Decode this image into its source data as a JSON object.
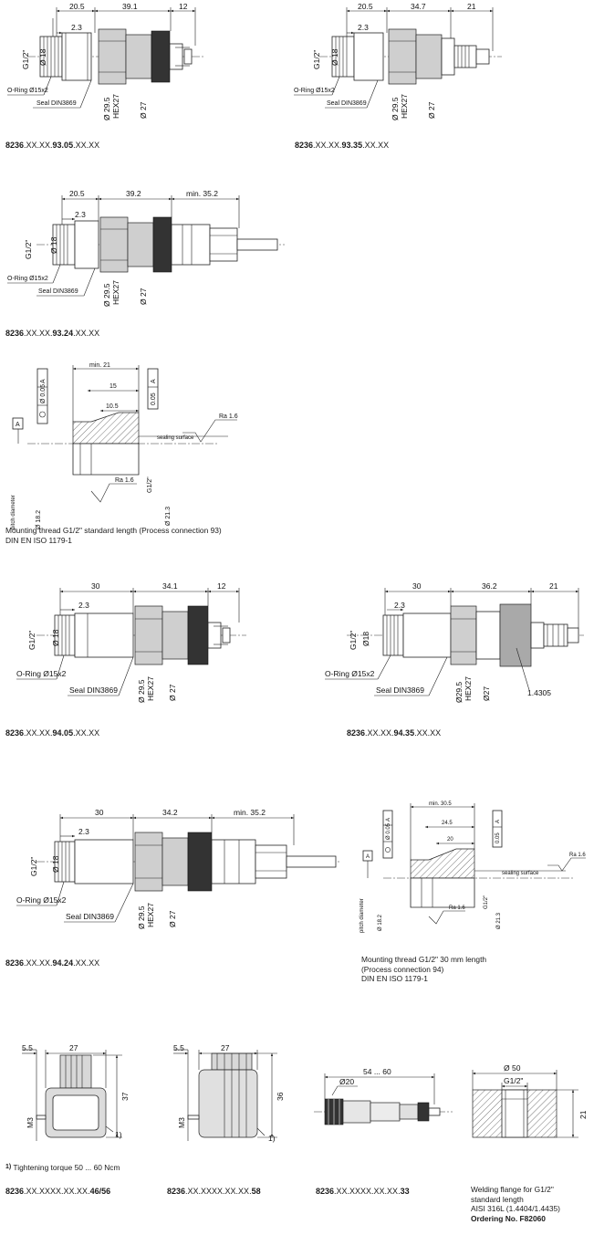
{
  "drawings": {
    "d1": {
      "dims": [
        "20.5",
        "39.1",
        "12",
        "2.3",
        "G1/2\"",
        "Ø 18",
        "Ø 29.5",
        "HEX27",
        "Ø 27"
      ],
      "labels": [
        "O-Ring Ø15x2",
        "Seal DIN3869"
      ]
    },
    "d2": {
      "dims": [
        "20.5",
        "34.7",
        "21",
        "2.3",
        "G1/2\"",
        "Ø 18",
        "Ø 29.5",
        "HEX27",
        "Ø 27"
      ],
      "labels": [
        "O-Ring Ø15x2",
        "Seal DIN3869"
      ]
    },
    "d3": {
      "dims": [
        "20.5",
        "39.2",
        "min. 35.2",
        "2.3",
        "G1/2\"",
        "Ø 18",
        "Ø 29.5",
        "HEX27",
        "Ø 27"
      ],
      "labels": [
        "O-Ring Ø15x2",
        "Seal DIN3869"
      ]
    },
    "d4": {
      "dims": [
        "min. 21",
        "15",
        "10.5",
        "Ø 0.05",
        "A",
        "0.05",
        "A",
        "Ra 1.6",
        "Ra 1.6",
        "sealing surface",
        "pitch diameter",
        "Ø 18.2",
        "G1/2\"",
        "Ø 21.3",
        "A"
      ]
    },
    "d5": {
      "dims": [
        "30",
        "34.1",
        "12",
        "2.3",
        "G1/2\"",
        "Ø 18",
        "Ø 29.5",
        "HEX27",
        "Ø 27"
      ],
      "labels": [
        "O-Ring Ø15x2",
        "Seal DIN3869"
      ]
    },
    "d6": {
      "dims": [
        "30",
        "36.2",
        "21",
        "2.3",
        "G1/2\"",
        "Ø18",
        "Ø29.5",
        "HEX27",
        "Ø27"
      ],
      "labels": [
        "O-Ring Ø15x2",
        "Seal DIN3869",
        "1.4305"
      ]
    },
    "d7": {
      "dims": [
        "30",
        "34.2",
        "min. 35.2",
        "2.3",
        "G1/2\"",
        "Ø 18",
        "Ø 29.5",
        "HEX27",
        "Ø 27"
      ],
      "labels": [
        "O-Ring Ø15x2",
        "Seal DIN3869"
      ]
    },
    "d8": {
      "dims": [
        "min. 30.5",
        "24.5",
        "20",
        "Ø 0.05",
        "A",
        "0.05",
        "A",
        "Ra 1.6",
        "Ra 1.6",
        "sealing surface",
        "pitch diameter",
        "Ø 18.2",
        "G1/2\"",
        "Ø 21.3",
        "A"
      ]
    },
    "d9": {
      "dims": [
        "5.5",
        "27",
        "37",
        "M3",
        "1)"
      ]
    },
    "d10": {
      "dims": [
        "5.5",
        "27",
        "36",
        "M3",
        "1)"
      ]
    },
    "d11": {
      "dims": [
        "54 ... 60",
        "Ø20"
      ]
    },
    "d12": {
      "dims": [
        "Ø 50",
        "G1/2\"",
        "21"
      ]
    }
  },
  "captions": {
    "c1": {
      "bold": "8236",
      "mid": ".XX.XX.",
      "bold2": "93.05",
      ".tail": ".XX.XX"
    },
    "c1_text": {
      "pre": "8236",
      "a": ".XX.XX.",
      "b": "93.05",
      "c": ".XX.XX"
    },
    "c2_text": {
      "pre": "8236",
      "a": ".XX.XX.",
      "b": "93.35",
      "c": ".XX.XX"
    },
    "c3_text": {
      "pre": "8236",
      "a": ".XX.XX.",
      "b": "93.24",
      "c": ".XX.XX"
    },
    "c5_text": {
      "pre": "8236",
      "a": ".XX.XX.",
      "b": "94.05",
      "c": ".XX.XX"
    },
    "c6_text": {
      "pre": "8236",
      "a": ".XX.XX.",
      "b": "94.35",
      "c": ".XX.XX"
    },
    "c7_text": {
      "pre": "8236",
      "a": ".XX.XX.",
      "b": "94.24",
      "c": ".XX.XX"
    },
    "c9_text": {
      "pre": "8236",
      "a": ".XX.XXXX.XX.XX.",
      "b": "46/56"
    },
    "c10_text": {
      "pre": "8236",
      "a": ".XX.XXXX.XX.XX.",
      "b": "58"
    },
    "c11_text": {
      "pre": "8236",
      "a": ".XX.XXXX.XX.XX.",
      "b": "33"
    }
  },
  "notes": {
    "thread93_l1": "Mounting thread G1/2\" standard length (Process connection 93)",
    "thread93_l2": "DIN EN ISO 1179-1",
    "thread94_l1": "Mounting thread G1/2\" 30 mm length",
    "thread94_l2": "(Process connection 94)",
    "thread94_l3": "DIN EN ISO 1179-1",
    "torque_sup": "1)",
    "torque": "Tightening torque 50 ... 60 Ncm",
    "flange_l1": "Welding flange for G1/2\"",
    "flange_l2": "standard length",
    "flange_l3": "AISI 316L (1.4404/1.4435)",
    "flange_l4": "Ordering No. F82060"
  }
}
